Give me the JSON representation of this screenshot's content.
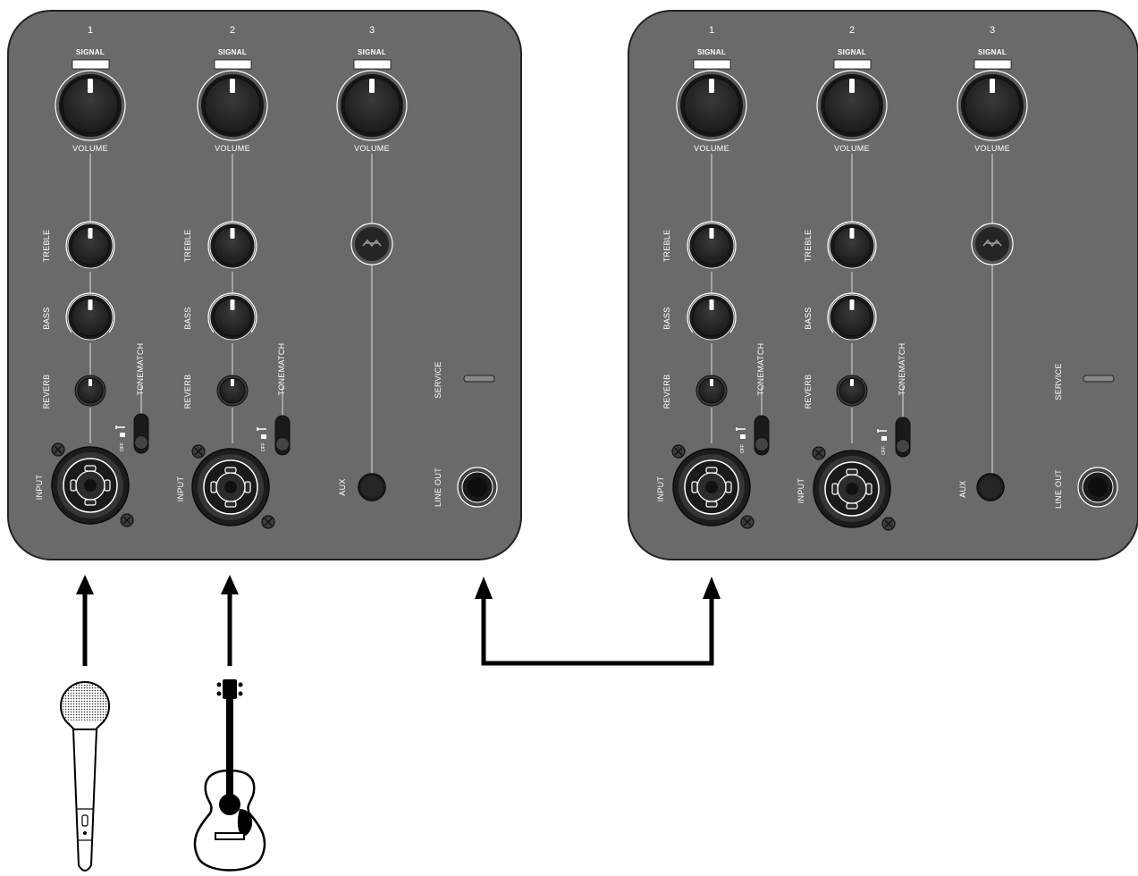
{
  "panels": [
    {
      "channels": [
        {
          "number": "1",
          "signal": "SIGNAL",
          "volume": "VOLUME",
          "treble": "TREBLE",
          "bass": "BASS",
          "reverb": "REVERB",
          "input": "INPUT",
          "tonematch": "TONEMATCH",
          "switch_off": "OFF"
        },
        {
          "number": "2",
          "signal": "SIGNAL",
          "volume": "VOLUME",
          "treble": "TREBLE",
          "bass": "BASS",
          "reverb": "REVERB",
          "input": "INPUT",
          "tonematch": "TONEMATCH",
          "switch_off": "OFF"
        },
        {
          "number": "3",
          "signal": "SIGNAL",
          "volume": "VOLUME",
          "aux": "AUX"
        }
      ],
      "service": "SERVICE",
      "line_out": "LINE OUT"
    },
    {
      "channels": [
        {
          "number": "1",
          "signal": "SIGNAL",
          "volume": "VOLUME",
          "treble": "TREBLE",
          "bass": "BASS",
          "reverb": "REVERB",
          "input": "INPUT",
          "tonematch": "TONEMATCH",
          "switch_off": "OFF"
        },
        {
          "number": "2",
          "signal": "SIGNAL",
          "volume": "VOLUME",
          "treble": "TREBLE",
          "bass": "BASS",
          "reverb": "REVERB",
          "input": "INPUT",
          "tonematch": "TONEMATCH",
          "switch_off": "OFF"
        },
        {
          "number": "3",
          "signal": "SIGNAL",
          "volume": "VOLUME",
          "aux": "AUX"
        }
      ],
      "service": "SERVICE",
      "line_out": "LINE OUT"
    }
  ],
  "sources": [
    {
      "icon": "microphone-icon"
    },
    {
      "icon": "acoustic-guitar-icon"
    }
  ],
  "colors": {
    "panel": "#6a6a6a",
    "panel_border": "#222222",
    "knob": "#2a2a2a",
    "arrow": "#000000"
  }
}
